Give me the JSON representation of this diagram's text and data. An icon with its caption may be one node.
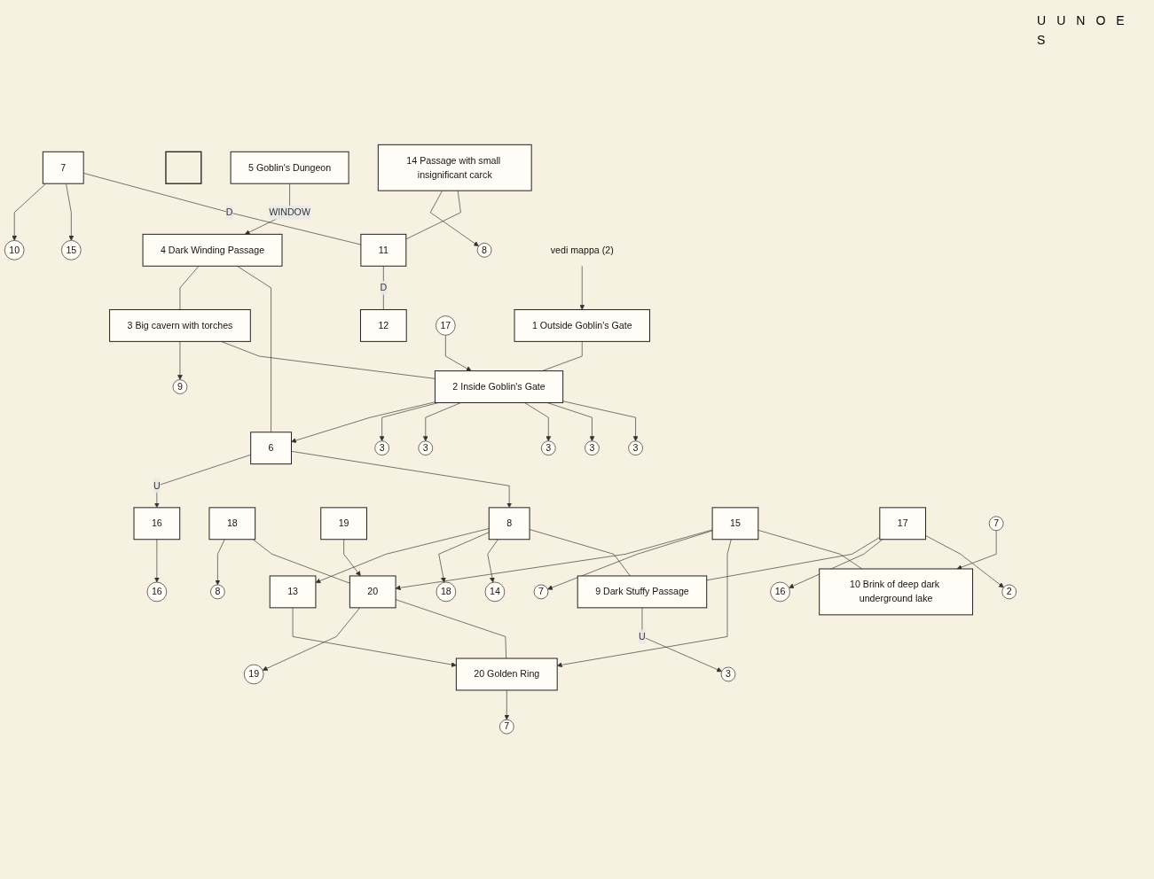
{
  "diagram": {
    "nodes": [
      {
        "text": [
          "7"
        ]
      },
      {
        "text": [],
        "shape": "box"
      },
      {
        "text": [
          "16"
        ]
      },
      {
        "text": [
          "5 Goblin's Dungeon"
        ]
      },
      {
        "text": [
          "16"
        ]
      },
      {
        "text": [
          "10"
        ]
      },
      {
        "text": [
          "8"
        ]
      },
      {
        "text": [
          "15"
        ]
      },
      {
        "text": [
          "14 Passage with small insignificant carck"
        ]
      },
      {
        "text": [
          "18"
        ]
      },
      {
        "text": [
          "4 Dark Winding Passage"
        ]
      },
      {
        "text": [
          "11"
        ]
      },
      {
        "text": [
          "8"
        ]
      },
      {
        "text": [
          "19"
        ]
      },
      {
        "text": [
          "18"
        ]
      },
      {
        "text": [
          "19"
        ]
      },
      {
        "text": [
          "7"
        ]
      },
      {
        "text": [
          "3 Big cavern with torches"
        ]
      },
      {
        "text": [
          "6"
        ]
      },
      {
        "text": [
          "8"
        ]
      },
      {
        "text": [
          "14"
        ]
      },
      {
        "text": [
          "12"
        ]
      },
      {
        "text": [
          "20"
        ]
      },
      {
        "text": [
          "15"
        ]
      },
      {
        "text": [
          "vedi mappa (2)"
        ]
      },
      {
        "text": [
          "7"
        ]
      },
      {
        "text": [
          "9"
        ]
      },
      {
        "text": [
          "1 Outside Goblin's Gate"
        ]
      },
      {
        "text": [
          "20 Golden Ring"
        ]
      },
      {
        "text": [
          "16"
        ]
      },
      {
        "text": [
          "10 Brink of deep dark underground lake"
        ]
      },
      {
        "text": [
          "2 Inside Goblin's Gate"
        ]
      },
      {
        "text": [
          "17"
        ]
      },
      {
        "text": [
          "13"
        ]
      },
      {
        "text": [
          "3"
        ]
      },
      {
        "text": [
          "3"
        ]
      },
      {
        "text": [
          "2"
        ]
      },
      {
        "text": [
          "7"
        ]
      },
      {
        "text": [
          "17"
        ]
      },
      {
        "text": [
          "3"
        ]
      },
      {
        "text": [
          "3"
        ]
      },
      {
        "text": [
          "3"
        ]
      },
      {
        "text": [
          "3"
        ]
      },
      {
        "text": [
          "9 Dark Stuffy Passage"
        ]
      }
    ],
    "edges": [
      {
        "from": 3,
        "to": 10,
        "arrow": "to",
        "label": "WINDOW"
      },
      {
        "from": 10,
        "to": 17,
        "arrow": "none"
      },
      {
        "from": 10,
        "to": 18,
        "arrow": "none"
      },
      {
        "from": 18,
        "to": 4,
        "arrow": "to",
        "label": "U"
      },
      {
        "from": 4,
        "to": 2,
        "arrow": "to"
      },
      {
        "from": 0,
        "to": 5,
        "arrow": "to"
      },
      {
        "from": 0,
        "to": 7,
        "arrow": "to"
      },
      {
        "from": 0,
        "to": 11,
        "arrow": "none",
        "label": "D"
      },
      {
        "from": 8,
        "to": 6,
        "arrow": "to"
      },
      {
        "from": 8,
        "to": 11,
        "arrow": "none"
      },
      {
        "from": 11,
        "to": 21,
        "arrow": "none",
        "label": "D"
      },
      {
        "from": 9,
        "to": 12,
        "arrow": "to"
      },
      {
        "from": 9,
        "to": 22,
        "arrow": "none"
      },
      {
        "from": 13,
        "to": 22,
        "arrow": "to"
      },
      {
        "from": 22,
        "to": 15,
        "arrow": "to"
      },
      {
        "from": 23,
        "to": 22,
        "arrow": "to"
      },
      {
        "from": 23,
        "to": 16,
        "arrow": "to"
      },
      {
        "from": 23,
        "to": 28,
        "arrow": "to"
      },
      {
        "from": 23,
        "to": 30,
        "arrow": "none"
      },
      {
        "from": 22,
        "to": 28,
        "arrow": "none"
      },
      {
        "from": 28,
        "to": 25,
        "arrow": "to"
      },
      {
        "from": 33,
        "to": 28,
        "arrow": "to"
      },
      {
        "from": 19,
        "to": 33,
        "arrow": "to"
      },
      {
        "from": 19,
        "to": 14,
        "arrow": "to"
      },
      {
        "from": 19,
        "to": 20,
        "arrow": "to"
      },
      {
        "from": 18,
        "to": 19,
        "arrow": "to"
      },
      {
        "from": 31,
        "to": 18,
        "arrow": "to"
      },
      {
        "from": 19,
        "to": 43,
        "arrow": "none"
      },
      {
        "from": 43,
        "to": 42,
        "arrow": "to",
        "label": "U"
      },
      {
        "from": 32,
        "to": 43,
        "arrow": "none"
      },
      {
        "from": 32,
        "to": 29,
        "arrow": "to"
      },
      {
        "from": 32,
        "to": 36,
        "arrow": "to"
      },
      {
        "from": 17,
        "to": 26,
        "arrow": "to"
      },
      {
        "from": 17,
        "to": 31,
        "arrow": "none"
      },
      {
        "from": 24,
        "to": 27,
        "arrow": "to"
      },
      {
        "from": 27,
        "to": 31,
        "arrow": "none"
      },
      {
        "from": 31,
        "to": 34,
        "arrow": "to"
      },
      {
        "from": 31,
        "to": 35,
        "arrow": "to"
      },
      {
        "from": 38,
        "to": 31,
        "arrow": "to"
      },
      {
        "from": 31,
        "to": 40,
        "arrow": "to"
      },
      {
        "from": 31,
        "to": 41,
        "arrow": "to"
      },
      {
        "from": 31,
        "to": 39,
        "arrow": "to"
      },
      {
        "from": 37,
        "to": 30,
        "arrow": "to"
      }
    ],
    "labels": [
      "U",
      "U",
      "N",
      "O",
      "E",
      "S"
    ]
  }
}
